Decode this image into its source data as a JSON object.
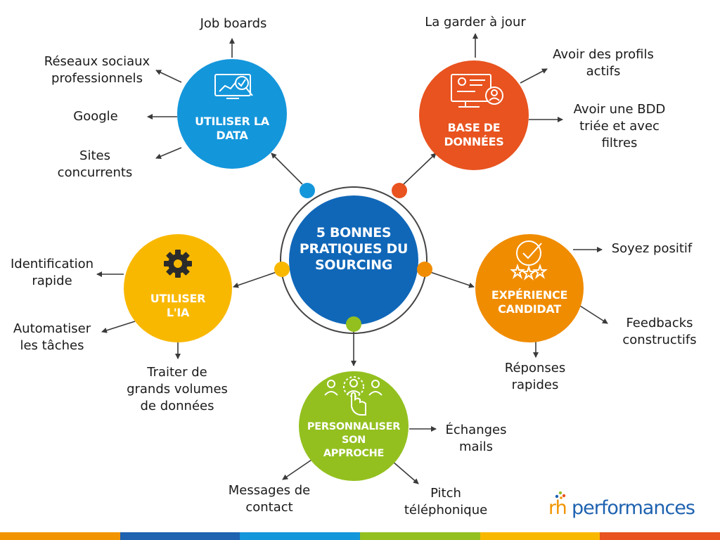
{
  "colors": {
    "center": "#1067b8",
    "data": "#1496db",
    "database": "#e8531f",
    "ia": "#f9b800",
    "candidat": "#f08c00",
    "approche": "#93c01f",
    "arrow": "#3a3a3a"
  },
  "center": {
    "title": "5 BONNES\nPRATIQUES DU\nSOURCING"
  },
  "nodes": {
    "data": {
      "icon": "data-analytics-icon",
      "title": "UTILISER LA\nDATA",
      "items": [
        "Job boards",
        "Réseaux sociaux\nprofessionnels",
        "Google",
        "Sites\nconcurrents"
      ]
    },
    "database": {
      "icon": "computer-profile-icon",
      "title": "BASE DE\nDONNÉES",
      "items": [
        "La garder à jour",
        "Avoir des profils\nactifs",
        "Avoir une BDD\ntriée et avec\nfiltres"
      ]
    },
    "ia": {
      "icon": "gear-icon",
      "title": "UTILISER\nL'IA",
      "items": [
        "Identification\nrapide",
        "Automatiser\nles tâches",
        "Traiter de\ngrands volumes\nde données"
      ]
    },
    "candidat": {
      "icon": "check-stars-icon",
      "title": "EXPÉRIENCE\nCANDIDAT",
      "items": [
        "Soyez positif",
        "Feedbacks\nconstructifs",
        "Réponses\nrapides"
      ]
    },
    "approche": {
      "icon": "people-click-icon",
      "title": "PERSONNALISER\nSON\nAPPROCHE",
      "items": [
        "Échanges\nmails",
        "Pitch\ntéléphonique",
        "Messages de\ncontact"
      ]
    }
  },
  "logo": {
    "part1": "rh",
    "part2": "performances"
  },
  "bottom_bar_colors": [
    "#f29400",
    "#1e62b0",
    "#1496db",
    "#93c01f",
    "#f9b800",
    "#e8531f"
  ]
}
